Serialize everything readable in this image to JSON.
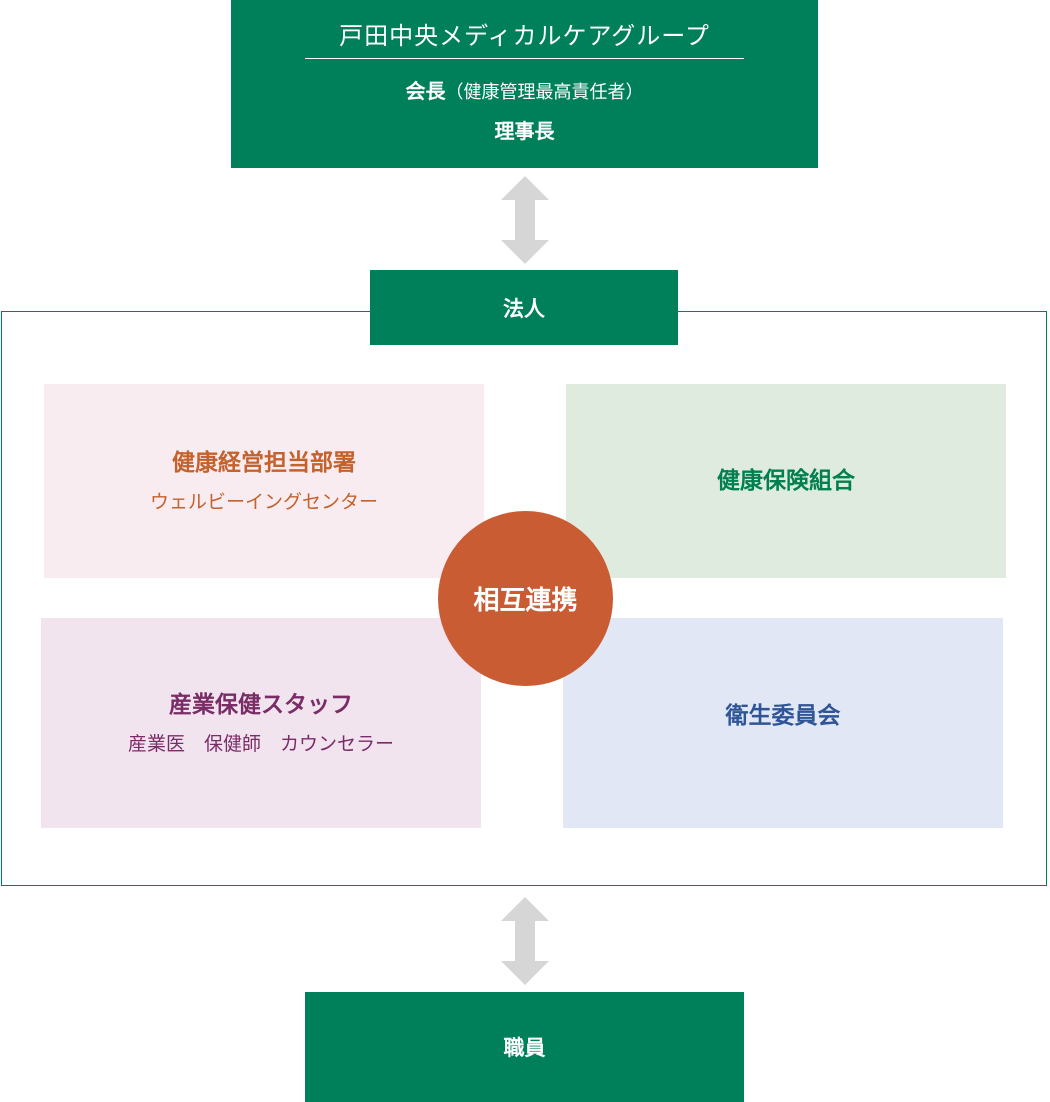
{
  "top": {
    "group_name": "戸田中央メディカルケアグループ",
    "chairman_title": "会長",
    "chairman_note": "（健康管理最高責任者）",
    "director_title": "理事長"
  },
  "corporation": {
    "label": "法人"
  },
  "quadrants": {
    "wellbeing": {
      "title": "健康経営担当部署",
      "subtitle": "ウェルビーイングセンター"
    },
    "insurance": {
      "title": "健康保険組合"
    },
    "staff": {
      "title": "産業保健スタッフ",
      "subtitle": "産業医　保健師　カウンセラー"
    },
    "committee": {
      "title": "衛生委員会"
    }
  },
  "center": {
    "label": "相互連携"
  },
  "bottom": {
    "label": "職員"
  },
  "colors": {
    "green": "#00805a",
    "wellbeing_bg": "#f9ecf0",
    "wellbeing_text": "#c4622d",
    "insurance_bg": "#dfebde",
    "insurance_text": "#00804f",
    "staff_bg": "#f1e4ee",
    "staff_text": "#7a2c66",
    "committee_bg": "#e1e7f4",
    "committee_text": "#2f5597",
    "circle": "#c95c33",
    "arrow": "#d6d6d6"
  },
  "icons": {
    "connector": "double-headed-arrow-icon"
  }
}
